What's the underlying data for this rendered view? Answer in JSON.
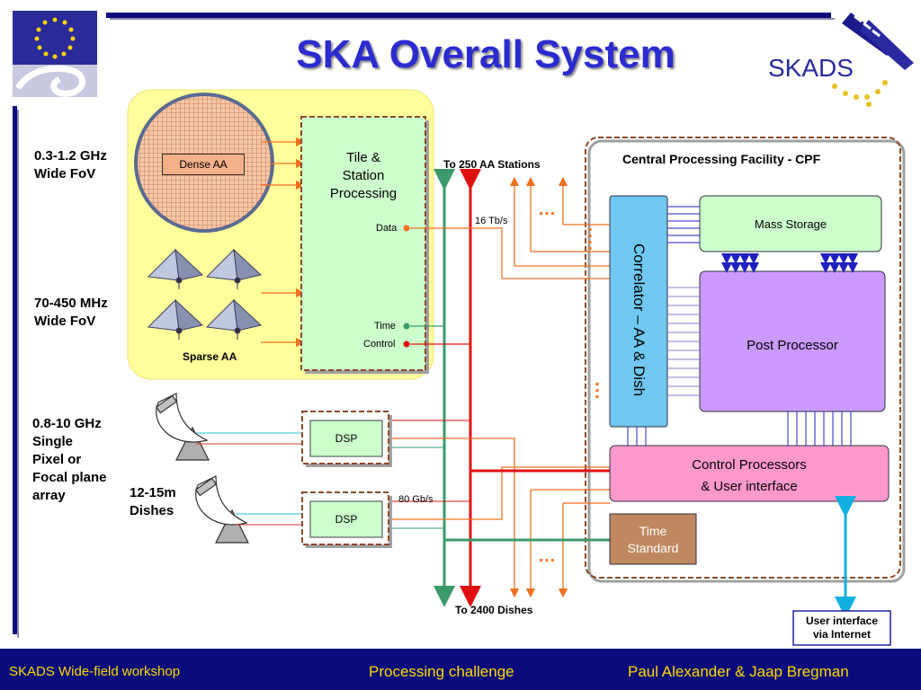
{
  "title": "SKA Overall System",
  "logos": {
    "left": "eu-fp6-logo",
    "right": "SKADS"
  },
  "aa_region": {
    "dense_aa": "Dense AA",
    "sparse_aa": "Sparse AA",
    "freq_1_line1": "0.3-1.2 GHz",
    "freq_1_line2": "Wide FoV",
    "freq_2_line1": "70-450 MHz",
    "freq_2_line2": "Wide FoV"
  },
  "tile_station": {
    "line1": "Tile &",
    "line2": "Station",
    "line3": "Processing",
    "data": "Data",
    "time": "Time",
    "control": "Control"
  },
  "dishes": {
    "freq_line1": "0.8-10 GHz",
    "freq_line2": "Single",
    "freq_line3": "Pixel or",
    "freq_line4": "Focal plane",
    "freq_line5": "array",
    "size_line1": "12-15m",
    "size_line2": "Dishes",
    "dsp": "DSP",
    "rate": "80 Gb/s"
  },
  "links": {
    "to_aa": "To 250 AA Stations",
    "to_dishes": "To 2400 Dishes",
    "rate": "16 Tb/s",
    "ellipsis": "…"
  },
  "cpf": {
    "title": "Central Processing Facility - CPF",
    "correlator": "Correlator – AA & Dish",
    "mass_storage": "Mass Storage",
    "post_processor": "Post Processor",
    "control_line1": "Control Processors",
    "control_line2": "& User interface",
    "time_line1": "Time",
    "time_line2": "Standard",
    "user_if_line1": "User interface",
    "user_if_line2": "via Internet"
  },
  "footer": {
    "left": "SKADS Wide-field workshop",
    "center": "Processing challenge",
    "right": "Paul Alexander & Jaap Bregman"
  },
  "colors": {
    "title": "#2b2bd0",
    "footer_bg": "#0a0a7a",
    "footer_text": "#ffd800",
    "green": "#3a9a6a",
    "red": "#e01010",
    "orange": "#f07020"
  }
}
